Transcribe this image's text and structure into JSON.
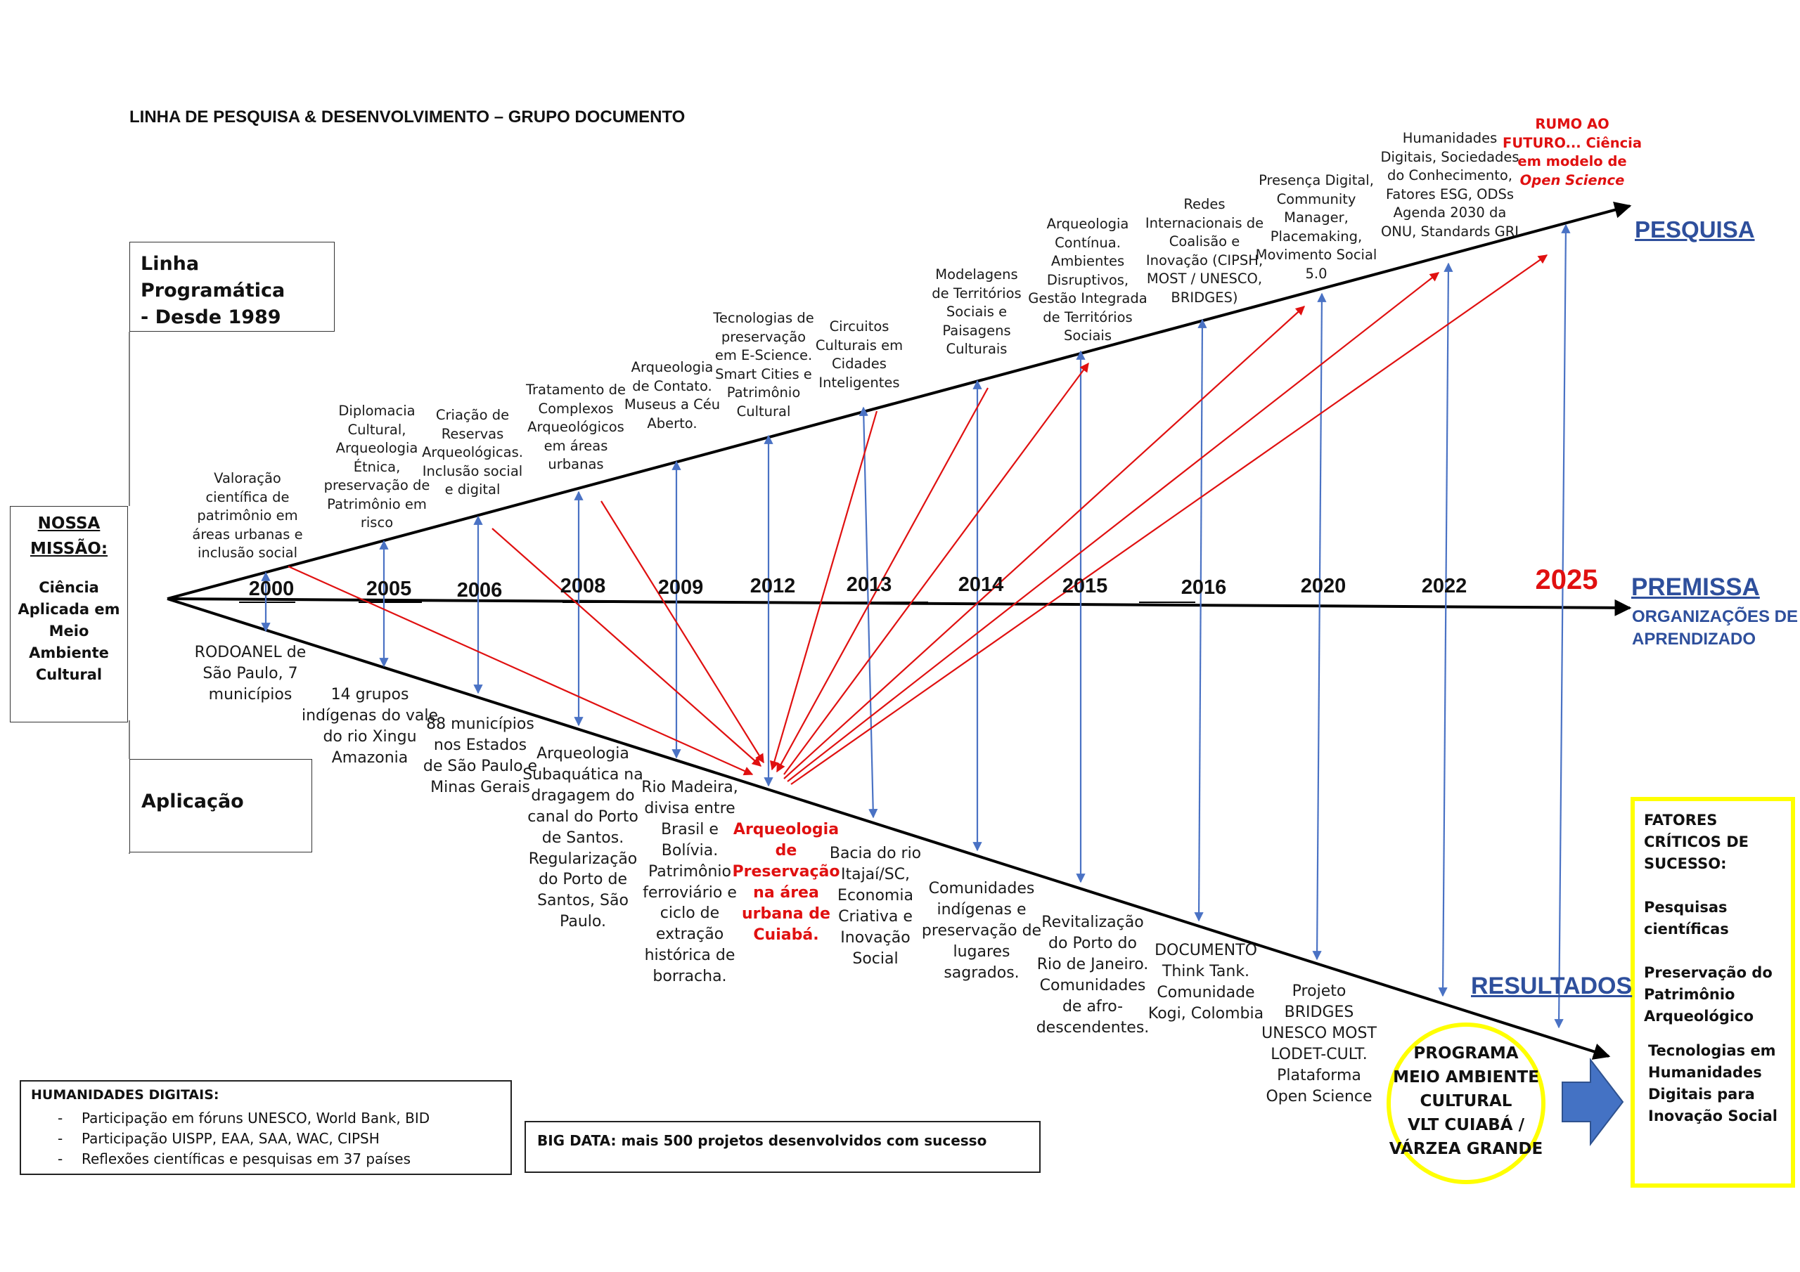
{
  "title": "LINHA DE PESQUISA & DESENVOLVIMENTO – GRUPO DOCUMENTO",
  "linha_programatica": "Linha Programática\n -  Desde 1989",
  "aplicacao": "Aplicação",
  "missao": {
    "heading": "NOSSA\nMISSÃO:",
    "text": "Ciência\nAplicada em\nMeio\nAmbiente\nCultural"
  },
  "axes": {
    "pesquisa": "PESQUISA",
    "premissa": "PREMISSA",
    "premissa_sub": "ORGANIZAÇÕES DE\nAPRENDIZADO",
    "resultados": "RESULTADOS"
  },
  "years": [
    "2000",
    "2005",
    "2006",
    "2008",
    "2009",
    "2012",
    "2013",
    "2014",
    "2015",
    "2016",
    "2020",
    "2022",
    "2025"
  ],
  "research_labels": [
    "Valoração\ncientífica de\npatrimônio em\náreas urbanas e\ninclusão social",
    "Diplomacia\nCultural,\nArqueologia\nÉtnica,\npreservação de\nPatrimônio em\nrisco",
    "Criação de\nReservas\nArqueológicas.\nInclusão social\ne digital",
    "Tratamento de\nComplexos\nArqueológicos\nem áreas\nurbanas",
    "Arqueologia\nde Contato.\nMuseus a Céu\nAberto.",
    "Tecnologias de\npreservação\nem E-Science.\nSmart Cities e\nPatrimônio\nCultural",
    "Circuitos\nCulturais em\nCidades\nInteligentes",
    "Modelagens\nde Territórios\nSociais e\nPaisagens\nCulturais",
    "Arqueologia\nContínua.\nAmbientes\nDisruptivos,\nGestão Integrada\nde Territórios\nSociais",
    "Redes\nInternacionais de\nCoalisão e\nInovação (CIPSH,\nMOST / UNESCO,\nBRIDGES)",
    "Presença Digital,\nCommunity\nManager,\nPlacemaking,\nMovimento Social\n5.0",
    "Humanidades\nDigitais, Sociedades\ndo Conhecimento,\nFatores ESG, ODSs\nAgenda  2030 da\nONU, Standards GRI"
  ],
  "rumo": {
    "text": "RUMO AO\nFUTURO... Ciência\nem modelo de",
    "italic": "Open Science"
  },
  "result_labels": [
    "RODOANEL de\nSão Paulo, 7\nmunicípios",
    "14 grupos\nindígenas do vale\ndo rio Xingu\nAmazonia",
    "88 municípios\nnos Estados\nde São Paulo e\nMinas Gerais",
    "Arqueologia\nSubaquática na\ndragagem do\ncanal do Porto\nde Santos.\nRegularização\ndo Porto de\nSantos, São\nPaulo.",
    "Rio Madeira,\ndivisa entre\nBrasil e\nBolívia.\nPatrimônio\nferroviário e\nciclo de\nextração\nhistórica de\nborracha.",
    "Arqueologia\nde\nPreservação\nna área\nurbana de\nCuiabá.",
    "Bacia do rio\nItajaí/SC,\nEconomia\nCriativa e\nInovação\nSocial",
    "Comunidades\nindígenas e\npreservação de\nlugares\nsagrados.",
    "Revitalização\ndo Porto do\nRio de Janeiro.\nComunidades\nde afro-\ndescendentes.",
    "DOCUMENTO\nThink Tank.\nComunidade\nKogi, Colombia",
    "Projeto\nBRIDGES\nUNESCO MOST\nLODET-CULT.\nPlataforma\nOpen Science"
  ],
  "programa": "PROGRAMA\nMEIO AMBIENTE\nCULTURAL\nVLT CUIABÁ /\nVÁRZEA GRANDE",
  "fatores": {
    "title": "FATORES\nCRÍTICOS DE\nSUCESSO:",
    "items": [
      "Pesquisas\ncientíficas",
      "Preservação do\nPatrimônio\nArqueológico",
      "Tecnologias em\nHumanidades\nDigitais para\nInovação Social"
    ]
  },
  "humanidades": {
    "title": "HUMANIDADES DIGITAIS:",
    "items": [
      "Participação em fóruns UNESCO, World Bank, BID",
      "Participação UISPP, EAA, SAA, WAC, CIPSH",
      "Reflexões científicas e pesquisas em 37 países"
    ]
  },
  "big_data": "BIG DATA: mais 500 projetos desenvolvidos com sucesso",
  "colors": {
    "blue_heading": "#2e4f9c",
    "red": "#e01010",
    "arrow_blue": "#4a72c4",
    "highlight": "#ffff00"
  }
}
